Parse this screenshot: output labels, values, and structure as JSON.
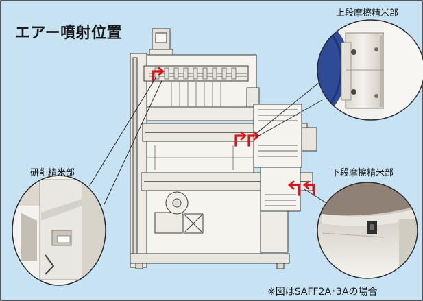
{
  "title": "エアー噴射位置",
  "labels": {
    "upper": "上段摩擦精米部",
    "cutting": "研削精米部",
    "lower": "下段摩擦精米部"
  },
  "note": "※図はSAFF2A･3Aの場合",
  "colors": {
    "background": "#c6e2f3",
    "machine": "#f3f1ec",
    "machine_line": "#3c3c3c",
    "arrow": "#d8141d",
    "leader": "#2a2a2a",
    "frame": "#2a2a2a"
  }
}
